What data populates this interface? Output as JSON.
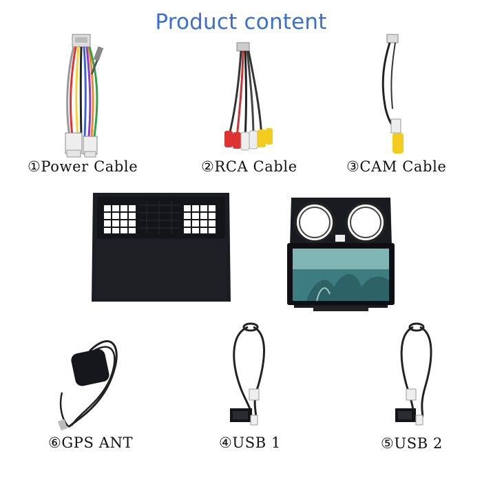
{
  "title": "Product content",
  "items": [
    {
      "label": "①Power Cable"
    },
    {
      "label": "②RCA Cable"
    },
    {
      "label": "③CAM Cable"
    },
    {
      "label": "⑥GPS ANT"
    },
    {
      "label": "④USB 1"
    },
    {
      "label": "⑤USB 2"
    }
  ],
  "images": [
    {
      "name": "power-cable"
    },
    {
      "name": "rca-cable"
    },
    {
      "name": "cam-cable"
    },
    {
      "name": "dash-frame-panel"
    },
    {
      "name": "head-unit-with-frame"
    },
    {
      "name": "gps-antenna"
    },
    {
      "name": "usb-cable-1"
    },
    {
      "name": "usb-cable-2"
    }
  ]
}
